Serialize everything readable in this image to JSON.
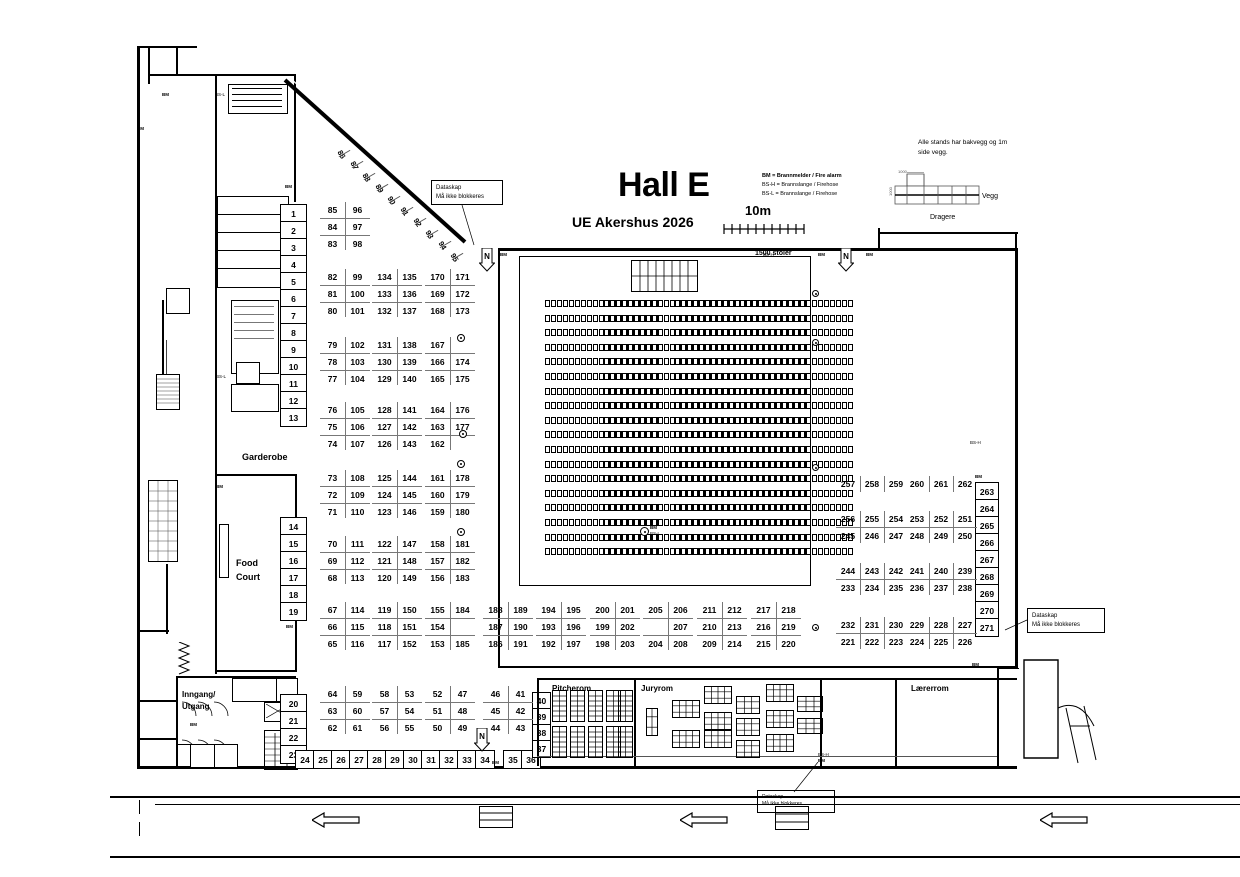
{
  "title": {
    "hall": "Hall E",
    "event": "UE Akershus 2026"
  },
  "scale": {
    "label": "10m"
  },
  "legend": {
    "line1": "BM = Brannmelder / Fire alarm",
    "line2": "BS-H = Brannslange / Firehose",
    "line3": "BS-L = Brannslange / Firehose"
  },
  "stand_note": {
    "text": "Alle stands har bakvegg og 1m side vegg.",
    "wall_label": "Vegg",
    "beam_label": "Dragere",
    "dim_a": "1000",
    "dim_b": "1000"
  },
  "seating": {
    "capacity_label": "1500 stoler"
  },
  "dataskap": {
    "line1": "Dataskap",
    "line2": "Må ikke blokkeres"
  },
  "rooms": {
    "garderobe": "Garderobe",
    "food_court": "Food\nCourt",
    "food_court_l1": "Food",
    "food_court_l2": "Court",
    "entrance_l1": "Inngang/",
    "entrance_l2": "Utgang",
    "pitcherom": "Pitcherom",
    "juryrom": "Juryrom",
    "laererrom": "Lærerrom"
  },
  "markers": {
    "bm": "BM",
    "bsh": "BS-H",
    "bsl": "BS-L",
    "north": "N"
  },
  "stands": {
    "left_strip_top": [
      "1",
      "2",
      "3",
      "4",
      "5",
      "6",
      "7",
      "8",
      "9",
      "10",
      "11",
      "12",
      "13"
    ],
    "left_strip_mid": [
      "14",
      "15",
      "16",
      "17",
      "18",
      "19"
    ],
    "left_strip_bot": [
      "20",
      "21",
      "22",
      "23"
    ],
    "bottom_strip": [
      "24",
      "25",
      "26",
      "27",
      "28",
      "29",
      "30",
      "31",
      "32",
      "33",
      "34"
    ],
    "bottom_strip2": [
      "35",
      "36"
    ],
    "diagonal": [
      "86",
      "87",
      "88",
      "89",
      "90",
      "91",
      "92",
      "93",
      "94",
      "95"
    ],
    "right_strip": [
      "263",
      "264",
      "265",
      "266",
      "267",
      "268",
      "269",
      "270",
      "271"
    ],
    "pitcher_column": [
      "40",
      "39",
      "38",
      "37"
    ],
    "col_a": [
      {
        "rows": [
          [
            "85",
            "96"
          ],
          [
            "84",
            "97"
          ],
          [
            "83",
            "98"
          ]
        ]
      },
      {
        "rows": [
          [
            "82",
            "99"
          ],
          [
            "81",
            "100"
          ],
          [
            "80",
            "101"
          ]
        ]
      },
      {
        "rows": [
          [
            "79",
            "102"
          ],
          [
            "78",
            "103"
          ],
          [
            "77",
            "104"
          ]
        ]
      },
      {
        "rows": [
          [
            "76",
            "105"
          ],
          [
            "75",
            "106"
          ],
          [
            "74",
            "107"
          ]
        ]
      },
      {
        "rows": [
          [
            "73",
            "108"
          ],
          [
            "72",
            "109"
          ],
          [
            "71",
            "110"
          ]
        ]
      },
      {
        "rows": [
          [
            "70",
            "111"
          ],
          [
            "69",
            "112"
          ],
          [
            "68",
            "113"
          ]
        ]
      },
      {
        "rows": [
          [
            "67",
            "114"
          ],
          [
            "66",
            "115"
          ],
          [
            "65",
            "116"
          ]
        ]
      }
    ],
    "col_b": [
      {
        "rows": [
          [
            "134",
            "135"
          ],
          [
            "133",
            "136"
          ],
          [
            "132",
            "137"
          ]
        ]
      },
      {
        "rows": [
          [
            "131",
            "138"
          ],
          [
            "130",
            "139"
          ],
          [
            "129",
            "140"
          ]
        ]
      },
      {
        "rows": [
          [
            "128",
            "141"
          ],
          [
            "127",
            "142"
          ],
          [
            "126",
            "143"
          ]
        ]
      },
      {
        "rows": [
          [
            "125",
            "144"
          ],
          [
            "124",
            "145"
          ],
          [
            "123",
            "146"
          ]
        ]
      },
      {
        "rows": [
          [
            "122",
            "147"
          ],
          [
            "121",
            "148"
          ],
          [
            "120",
            "149"
          ]
        ]
      },
      {
        "rows": [
          [
            "119",
            "150"
          ],
          [
            "118",
            "151"
          ],
          [
            "117",
            "152"
          ]
        ]
      }
    ],
    "col_c": [
      {
        "rows": [
          [
            "170",
            "171"
          ],
          [
            "169",
            "172"
          ],
          [
            "168",
            "173"
          ]
        ]
      },
      {
        "rows": [
          [
            "167",
            ""
          ],
          [
            "166",
            "174"
          ],
          [
            "165",
            "175"
          ]
        ]
      },
      {
        "rows": [
          [
            "164",
            "176"
          ],
          [
            "163",
            "177"
          ],
          [
            "162",
            ""
          ]
        ]
      },
      {
        "rows": [
          [
            "161",
            "178"
          ],
          [
            "160",
            "179"
          ],
          [
            "159",
            "180"
          ]
        ]
      },
      {
        "rows": [
          [
            "158",
            "181"
          ],
          [
            "157",
            "182"
          ],
          [
            "156",
            "183"
          ]
        ]
      },
      {
        "rows": [
          [
            "155",
            "184"
          ],
          [
            "154",
            ""
          ],
          [
            "153",
            "185"
          ]
        ]
      }
    ],
    "bottom_row_blocks": [
      {
        "rows": [
          [
            "188",
            "189"
          ],
          [
            "187",
            "190"
          ],
          [
            "186",
            "191"
          ]
        ]
      },
      {
        "rows": [
          [
            "194",
            "195"
          ],
          [
            "193",
            "196"
          ],
          [
            "192",
            "197"
          ]
        ]
      },
      {
        "rows": [
          [
            "200",
            "201"
          ],
          [
            "199",
            "202"
          ],
          [
            "198",
            "203"
          ]
        ]
      },
      {
        "rows": [
          [
            "205",
            "206"
          ],
          [
            "",
            "207"
          ],
          [
            "204",
            "208"
          ]
        ]
      },
      {
        "rows": [
          [
            "211",
            "212"
          ],
          [
            "210",
            "213"
          ],
          [
            "209",
            "214"
          ]
        ]
      },
      {
        "rows": [
          [
            "217",
            "218"
          ],
          [
            "216",
            "219"
          ],
          [
            "215",
            "220"
          ]
        ]
      }
    ],
    "bottom_left_blocks": [
      {
        "rows": [
          [
            "64",
            "59"
          ],
          [
            "63",
            "60"
          ],
          [
            "62",
            "61"
          ]
        ]
      },
      {
        "rows": [
          [
            "58",
            "53"
          ],
          [
            "57",
            "54"
          ],
          [
            "56",
            "55"
          ]
        ]
      },
      {
        "rows": [
          [
            "52",
            "47"
          ],
          [
            "51",
            "48"
          ],
          [
            "50",
            "49"
          ]
        ]
      },
      {
        "rows": [
          [
            "46",
            "41"
          ],
          [
            "45",
            "42"
          ],
          [
            "44",
            "43"
          ]
        ]
      }
    ],
    "right_blocks": [
      {
        "rows": [
          [
            "257",
            "258",
            "259"
          ]
        ]
      },
      {
        "rows": [
          [
            "260",
            "261",
            "262"
          ]
        ]
      },
      {
        "rows": [
          [
            "256",
            "255",
            "254"
          ],
          [
            "245",
            "246",
            "247"
          ]
        ]
      },
      {
        "rows": [
          [
            "253",
            "252",
            "251"
          ],
          [
            "248",
            "249",
            "250"
          ]
        ]
      },
      {
        "rows": [
          [
            "244",
            "243",
            "242"
          ],
          [
            "233",
            "234",
            "235"
          ]
        ]
      },
      {
        "rows": [
          [
            "241",
            "240",
            "239"
          ],
          [
            "236",
            "237",
            "238"
          ]
        ]
      },
      {
        "rows": [
          [
            "232",
            "231",
            "230"
          ],
          [
            "221",
            "222",
            "223"
          ]
        ]
      },
      {
        "rows": [
          [
            "229",
            "228",
            "227"
          ],
          [
            "224",
            "225",
            "226"
          ]
        ]
      }
    ]
  }
}
